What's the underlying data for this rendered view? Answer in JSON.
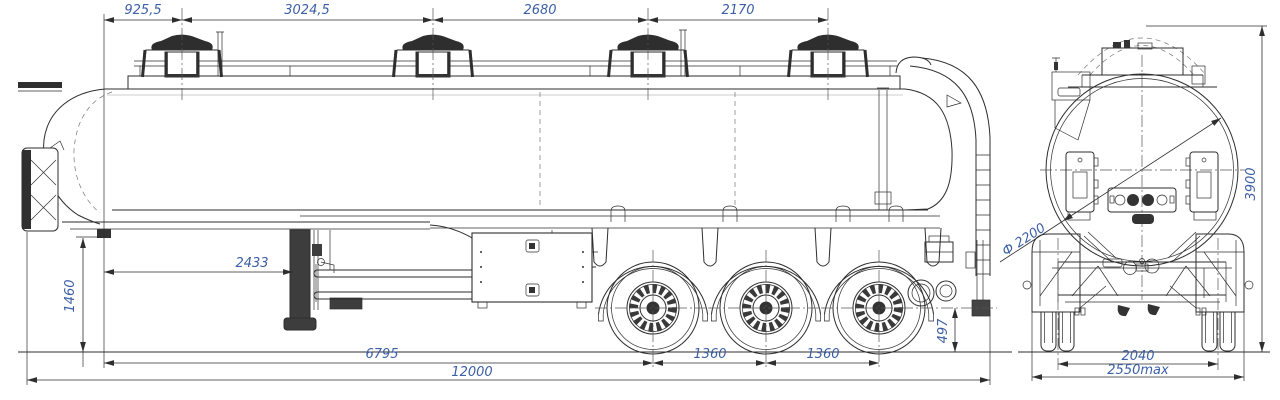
{
  "drawing": {
    "type": "tank-semitrailer-general-arrangement",
    "colors": {
      "dim_text": "#3c5fa6",
      "line": "#2e2e2e",
      "background": "#ffffff"
    }
  },
  "dims": {
    "top": [
      "925,5",
      "3024,5",
      "2680",
      "2170"
    ],
    "fifth_wheel_height": "1460",
    "kingpin_to_landing_gear": "2433",
    "kingpin_to_first_axle": "6795",
    "axle_spacing": [
      "1360",
      "1360"
    ],
    "overall_length": "12000",
    "axle_center_height": "497",
    "tank_diameter": "Ф 2200",
    "overall_height": "3900",
    "wheel_track": "2040",
    "overall_width": "2550max"
  }
}
